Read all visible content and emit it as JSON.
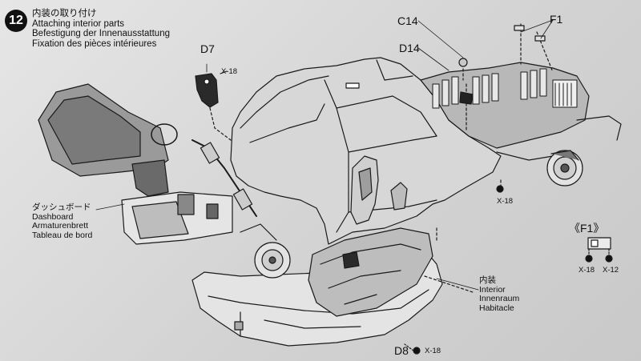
{
  "step": {
    "number": "12"
  },
  "title": {
    "jp": "内装の取り付け",
    "en": "Attaching interior parts",
    "de": "Befestigung der Innenausstattung",
    "fr": "Fixation des pièces intérieures"
  },
  "callouts": {
    "d7": "D7",
    "d7_screw": "X-18",
    "c14": "C14",
    "d14": "D14",
    "f1": "F1",
    "chassis_screw": "X-18",
    "d8": "D8",
    "d8_screw": "X-18"
  },
  "dashboard_label": {
    "jp": "ダッシュボード",
    "en": "Dashboard",
    "de": "Armaturenbrett",
    "fr": "Tableau de bord"
  },
  "interior_label": {
    "jp": "内装",
    "en": "Interior",
    "de": "Innenraum",
    "fr": "Habitacle"
  },
  "inset": {
    "title": "《F1》",
    "screw_left": "X-18",
    "screw_right": "X-12"
  }
}
